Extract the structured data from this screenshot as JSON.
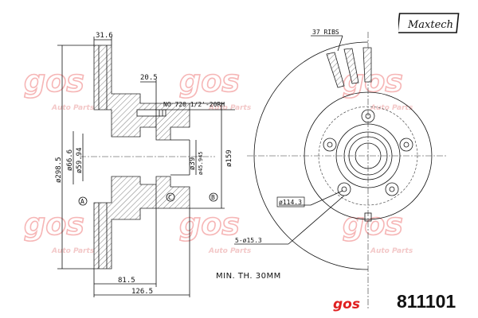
{
  "brand": {
    "name": "Maxtech",
    "footer_logo": "gos"
  },
  "part_number": "811101",
  "min_thickness": "MIN. TH. 30MM",
  "watermark": {
    "logo": "gos",
    "text": "Auto Parts"
  },
  "dimensions": {
    "thickness": "31.6",
    "hub_offset": "20.5",
    "outer_diameter": "ø298.5",
    "d1": "ø66.6",
    "d2": "ø59.94",
    "bore": "ø39",
    "bore_sub": "ø45.945",
    "hat_diameter": "ø159",
    "overall_height": "126.5",
    "hat_depth": "81.5",
    "pcd": "ø114.3",
    "bolt_holes": "5-ø15.3",
    "stud": "NO 720 1/2'-20RH",
    "ribs": "37 RIBS"
  },
  "markers": [
    "A",
    "B",
    "C"
  ],
  "colors": {
    "watermark": "#f6b6b6",
    "red_accent": "#e02020",
    "ink": "#111111"
  }
}
